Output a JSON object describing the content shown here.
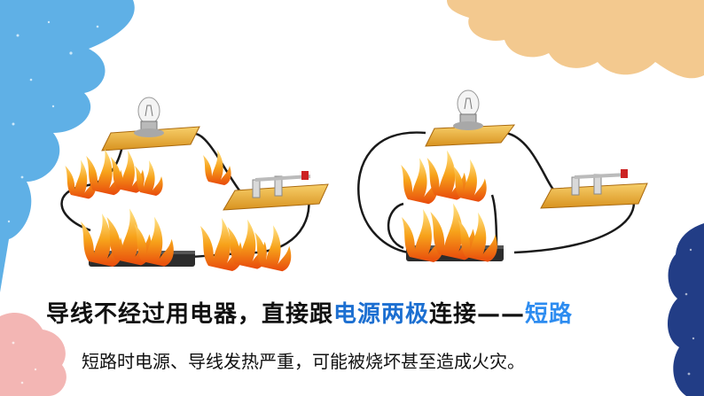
{
  "slide": {
    "colors": {
      "background": "#ffffff",
      "blob_blue_top_left": "#5fb0e6",
      "blob_peach_top_right": "#f3c98f",
      "blob_pink_bottom_left": "#f3b6b4",
      "blob_navy_bottom_right": "#223d86",
      "highlight_blue": "#1c6fd1",
      "flame_orange": "#f38b12",
      "board_yellow": "#f0b64a"
    },
    "heading": {
      "part1": "导线不经过用电器，直接跟",
      "part2": "电源两极",
      "part3": "连接——",
      "part4": "短路"
    },
    "note": "短路时电源、导线发热严重，可能被烧坏甚至造成火灾。",
    "icons": [
      "bulb-icon",
      "switch-icon",
      "battery-icon",
      "flame-icon"
    ]
  }
}
